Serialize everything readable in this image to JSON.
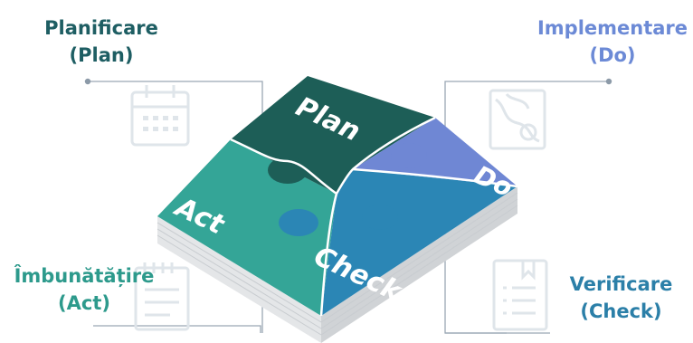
{
  "labels": {
    "plan": {
      "title": "Planificare",
      "sub": "(Plan)"
    },
    "do": {
      "title": "Implementare",
      "sub": "(Do)"
    },
    "act": {
      "title": "Îmbunătățire",
      "sub": "(Act)"
    },
    "check": {
      "title": "Verificare",
      "sub": "(Check)"
    }
  },
  "pieces": {
    "plan": "Plan",
    "do": "Do",
    "act": "Act",
    "check": "Check"
  },
  "colors": {
    "plan": "#1d5e57",
    "do": "#6f87d4",
    "act": "#34a597",
    "check": "#2b86b5",
    "plan_label": "#1e5e63",
    "do_label": "#6c8ad6",
    "act_label": "#2d9a8c",
    "check_label": "#2b7fa8",
    "connector": "#9aa7b4",
    "icon": "#dfe5ea"
  },
  "icons": {
    "plan": "calendar-icon",
    "do": "map-icon",
    "act": "notepad-icon",
    "check": "checklist-book-icon"
  }
}
